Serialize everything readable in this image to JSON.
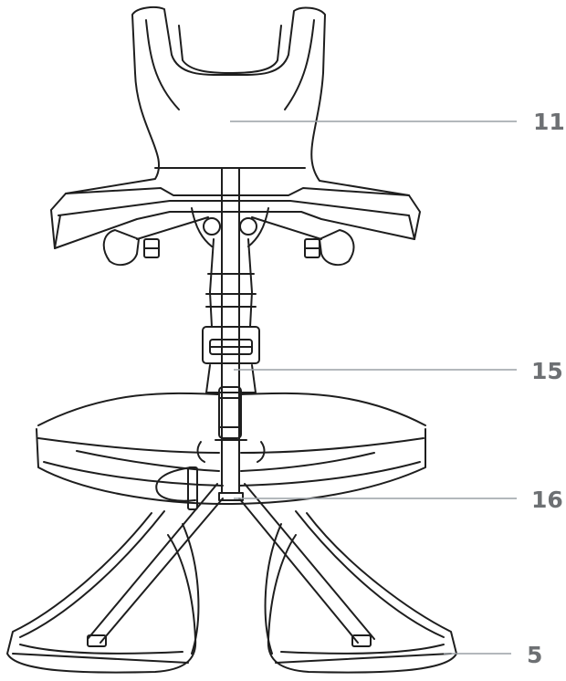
{
  "diagram": {
    "colors": {
      "line": "#1e1e1e",
      "leader": "#9aa0a6",
      "label": "#6d7073"
    },
    "callouts": [
      {
        "id": "11",
        "label": "11",
        "part": "chest-harness"
      },
      {
        "id": "15",
        "label": "15",
        "part": "connection-buckle"
      },
      {
        "id": "16",
        "label": "16",
        "part": "central-attachment-point"
      },
      {
        "id": "5",
        "label": "5",
        "part": "leg-loop"
      }
    ]
  }
}
